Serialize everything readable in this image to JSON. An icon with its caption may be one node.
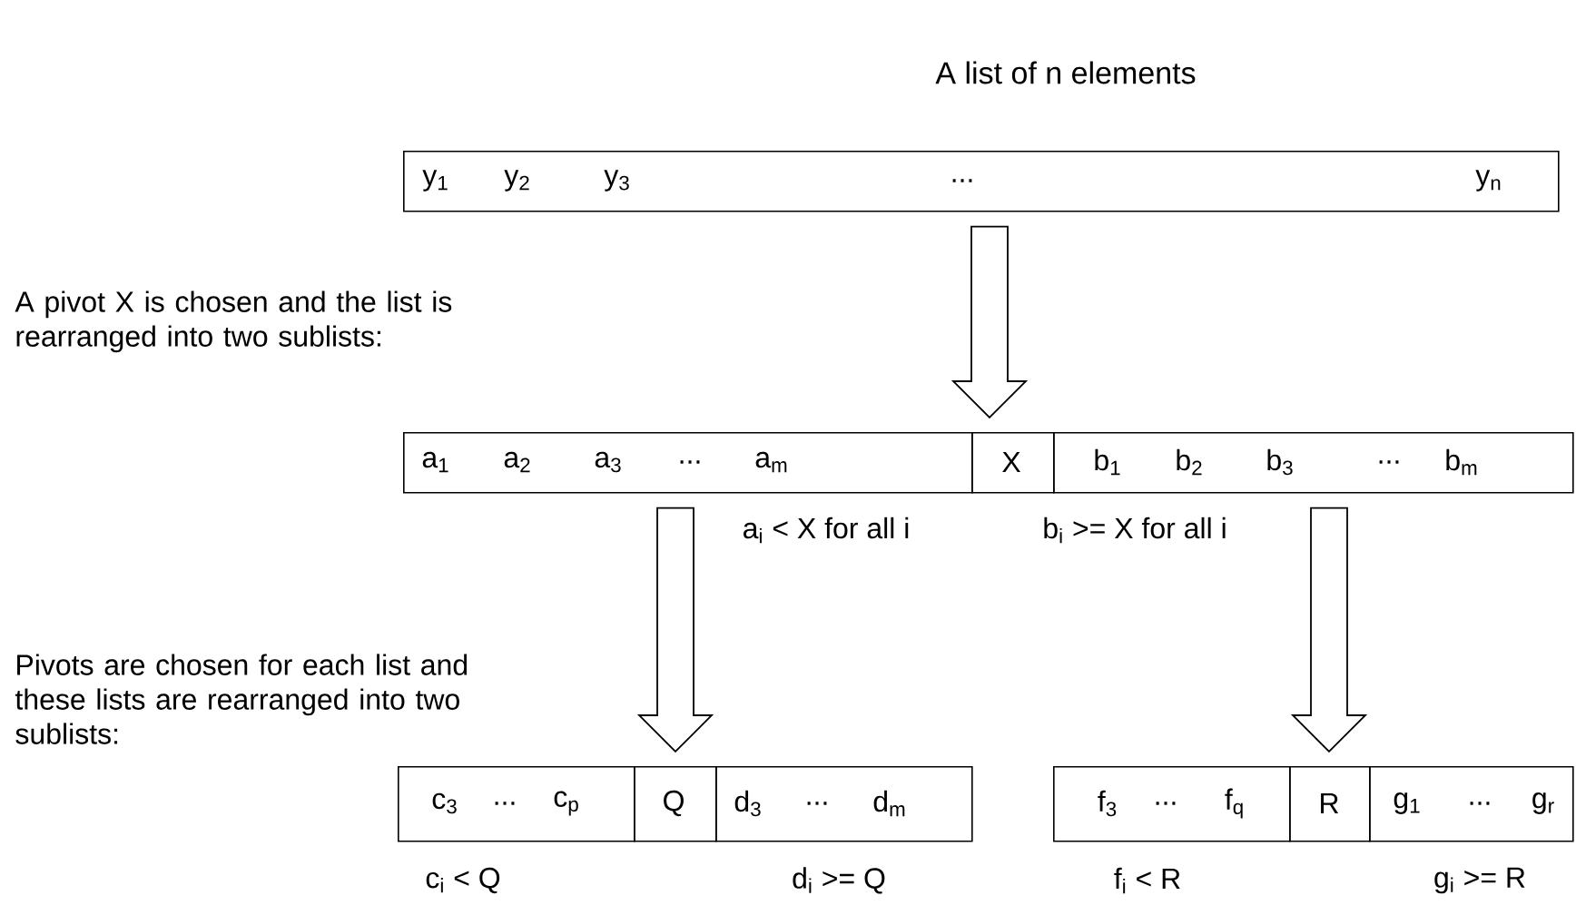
{
  "diagram": {
    "title": "A list of n elements",
    "nodes": [
      {
        "text": [
          "y$_{1}$",
          "y$_{2}$",
          "y$_{3}$",
          "...",
          "y$_{n}$"
        ]
      },
      {
        "text": [
          "a$_{1}$",
          "a$_{2}$",
          "a$_{3}$",
          "...",
          "a$_{m}$"
        ],
        "beside": [
          "a$_{i}$  < X for all i"
        ]
      },
      {
        "text": [
          "X"
        ]
      },
      {
        "text": [
          "b$_{1}$",
          "b$_{2}$",
          "b$_{3}$",
          "...",
          "b$_{m}$"
        ],
        "beside": [
          "b$_{i}$  >= X for all i"
        ]
      },
      {
        "text": [
          "c$_{3}$",
          "...",
          "c$_{p}$"
        ],
        "beside": [
          "c$_{i}$  < Q"
        ]
      },
      {
        "text": [
          "Q"
        ]
      },
      {
        "text": [
          "d$_{3}$",
          "...",
          "d$_{m}$"
        ],
        "beside": [
          "d$_{i}$  >= Q"
        ]
      },
      {
        "text": [
          "f$_{3}$",
          "...",
          "f$_{q}$"
        ],
        "beside": [
          "f$_{i}$  < R"
        ]
      },
      {
        "text": [
          "R"
        ]
      },
      {
        "text": [
          "g$_{1}$",
          "...",
          "g$_{r}$"
        ],
        "beside": [
          "g$_{i}$  >= R"
        ]
      }
    ],
    "edges": [
      {
        "from": 0,
        "to": 2,
        "arrow": "to"
      },
      {
        "from": 1,
        "to": 5,
        "arrow": "to"
      },
      {
        "from": 3,
        "to": 8,
        "arrow": "to"
      }
    ],
    "labels": [
      "A pivot X is chosen and the list is rearranged into two sublists:",
      "Pivots are chosen for each list and these lists are rearranged into two sublists:"
    ]
  }
}
